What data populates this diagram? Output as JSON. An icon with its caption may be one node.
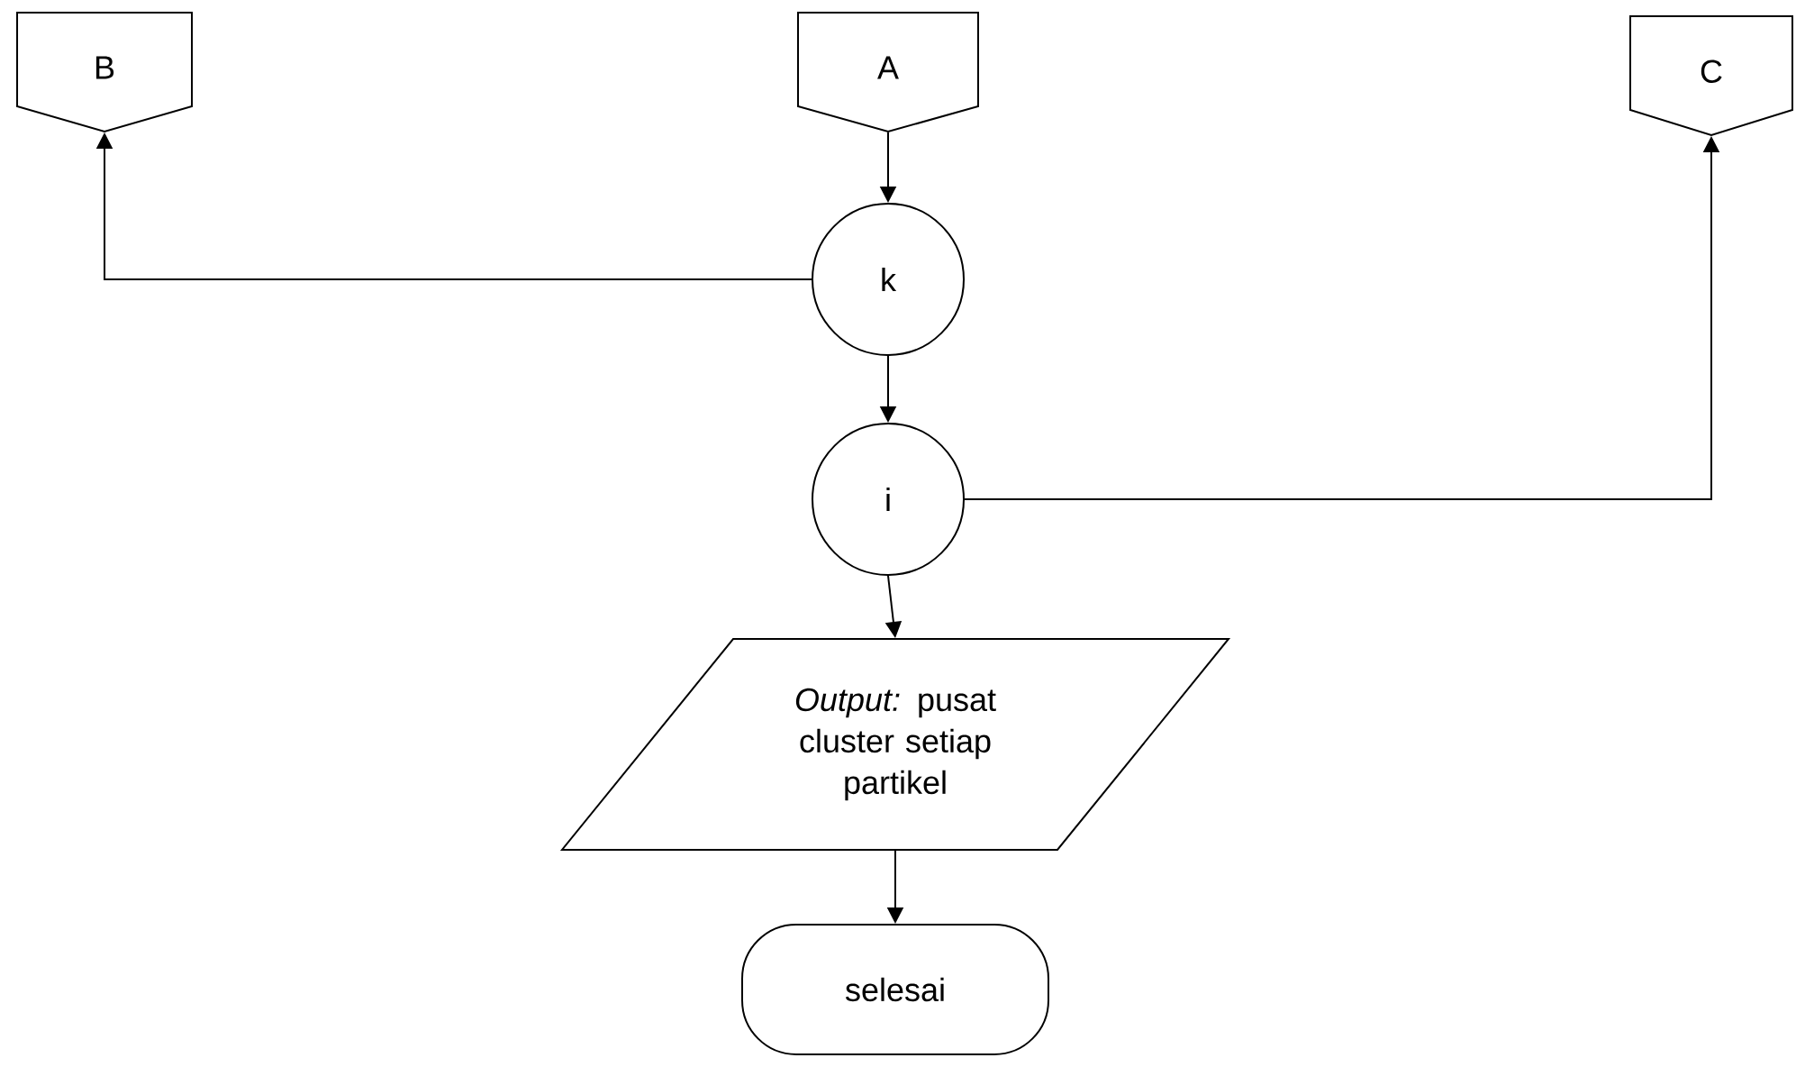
{
  "diagram": {
    "nodes": [
      {
        "text": [
          "B"
        ]
      },
      {
        "text": [
          "A"
        ]
      },
      {
        "text": [
          "C"
        ]
      },
      {
        "text": [
          "k"
        ]
      },
      {
        "text": [
          "i"
        ]
      },
      {
        "text": [
          "*Output:* pusat cluster setiap partikel"
        ]
      },
      {
        "text": [
          "selesai"
        ]
      }
    ],
    "edges": [
      {
        "from": 1,
        "to": 3,
        "arrow": "to"
      },
      {
        "from": 3,
        "to": 0,
        "arrow": "to"
      },
      {
        "from": 3,
        "to": 4,
        "arrow": "to"
      },
      {
        "from": 4,
        "to": 2,
        "arrow": "to"
      },
      {
        "from": 4,
        "to": 5,
        "arrow": "to"
      },
      {
        "from": 5,
        "to": 6,
        "arrow": "to"
      }
    ]
  }
}
